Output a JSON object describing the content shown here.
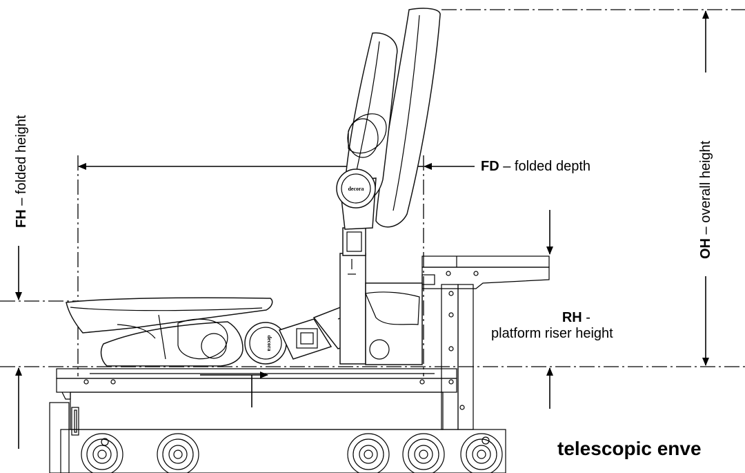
{
  "labels": {
    "folded_depth": {
      "abbr": "FD",
      "text": " – folded depth"
    },
    "riser_height": {
      "abbr": "RH",
      "suffix": " -",
      "text": "platform riser height"
    },
    "folded_height": {
      "abbr": "FH",
      "text": " – folded height"
    },
    "overall_height": {
      "abbr": "OH",
      "text": " – overall height"
    },
    "envelope": "telescopic enve"
  },
  "logos": [
    "decora",
    "decora"
  ]
}
